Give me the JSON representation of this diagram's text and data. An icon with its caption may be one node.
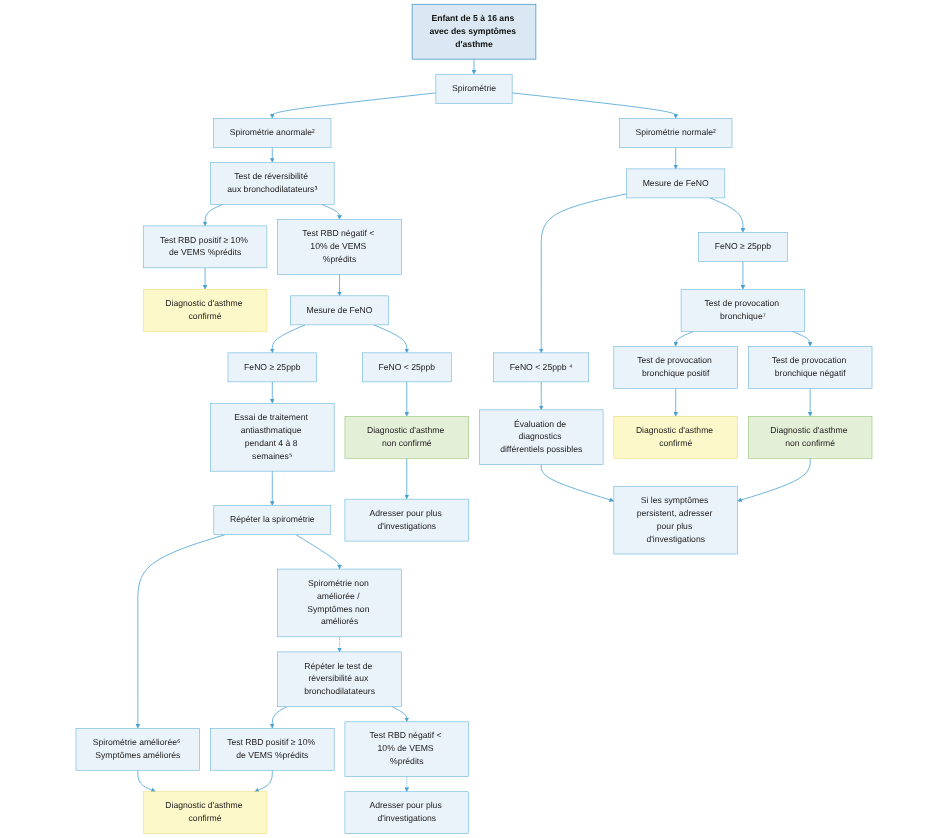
{
  "diagram": {
    "nodes": [
      {
        "text": [
          "Enfant de 5 à 16 ans avec des symptômes d'asthme"
        ]
      },
      {
        "text": [
          "Spirométrie"
        ]
      },
      {
        "text": [
          "Spirométrie anormale²"
        ]
      },
      {
        "text": [
          "Spirométrie normale²"
        ]
      },
      {
        "text": [
          "Test de réversibilité aux bronchodilatateurs³"
        ]
      },
      {
        "text": [
          "Test RBD positif ≥ 10% de VEMS %prédits"
        ]
      },
      {
        "text": [
          "Test RBD négatif < 10% de VEMS %prédits"
        ]
      },
      {
        "text": [
          "Diagnostic d'asthme confirmé"
        ]
      },
      {
        "text": [
          "Mesure de FeNO"
        ]
      },
      {
        "text": [
          "FeNO ≥ 25ppb"
        ]
      },
      {
        "text": [
          "FeNO < 25ppb"
        ]
      },
      {
        "text": [
          "Essai de traitement antiasthmatique pendant 4 à 8 semaines⁵"
        ]
      },
      {
        "text": [
          "Diagnostic d'asthme non confirmé"
        ]
      },
      {
        "text": [
          "Répéter la spirométrie"
        ]
      },
      {
        "text": [
          "Adresser pour plus d'investigations"
        ]
      },
      {
        "text": [
          "Spirométrie améliorée⁶ Symptômes améliorés"
        ]
      },
      {
        "text": [
          "Spirométrie non améliorée / Symptômes non améliorés"
        ]
      },
      {
        "text": [
          "Répéter le test de réversibilité aux bronchodilatateurs"
        ]
      },
      {
        "text": [
          "Diagnostic d'asthme confirmé"
        ]
      },
      {
        "text": [
          "Test RBD positif ≥ 10% de VEMS %prédits"
        ]
      },
      {
        "text": [
          "Test RBD négatif < 10% de VEMS %prédits"
        ]
      },
      {
        "text": [
          "Adresser pour plus d'investigations"
        ]
      },
      {
        "text": [
          "Mesure de FeNO"
        ]
      },
      {
        "text": [
          "FeNO ≥ 25ppb"
        ]
      },
      {
        "text": [
          "FeNO < 25ppb ⁴"
        ]
      },
      {
        "text": [
          "Test de provocation bronchique⁷"
        ]
      },
      {
        "text": [
          "Évaluation de diagnostics différentiels possibles"
        ]
      },
      {
        "text": [
          "Test de provocation bronchique positif"
        ]
      },
      {
        "text": [
          "Test de provocation bronchique négatif"
        ]
      },
      {
        "text": [
          "Si les symptômes persistent, adresser pour plus d'investigations"
        ]
      },
      {
        "text": [
          "Diagnostic d'asthme confirmé"
        ]
      },
      {
        "text": [
          "Diagnostic d'asthme non confirmé"
        ]
      }
    ],
    "edges": [
      {
        "from": 0,
        "to": 1,
        "arrow": "to"
      },
      {
        "from": 1,
        "to": 2,
        "arrow": "to"
      },
      {
        "from": 1,
        "to": 3,
        "arrow": "to"
      },
      {
        "from": 2,
        "to": 4,
        "arrow": "to"
      },
      {
        "from": 4,
        "to": 5,
        "arrow": "to"
      },
      {
        "from": 4,
        "to": 6,
        "arrow": "to"
      },
      {
        "from": 5,
        "to": 7,
        "arrow": "to"
      },
      {
        "from": 6,
        "to": 8,
        "arrow": "to"
      },
      {
        "from": 8,
        "to": 9,
        "arrow": "to"
      },
      {
        "from": 8,
        "to": 10,
        "arrow": "to"
      },
      {
        "from": 9,
        "to": 11,
        "arrow": "to"
      },
      {
        "from": 10,
        "to": 12,
        "arrow": "to"
      },
      {
        "from": 11,
        "to": 13,
        "arrow": "to"
      },
      {
        "from": 12,
        "to": 14,
        "arrow": "to"
      },
      {
        "from": 13,
        "to": 15,
        "arrow": "to"
      },
      {
        "from": 13,
        "to": 16,
        "arrow": "to"
      },
      {
        "from": 15,
        "to": 18,
        "arrow": "to"
      },
      {
        "from": 16,
        "to": 17,
        "arrow": "to",
        "style": "dashed"
      },
      {
        "from": 17,
        "to": 19,
        "arrow": "to"
      },
      {
        "from": 17,
        "to": 20,
        "arrow": "to"
      },
      {
        "from": 19,
        "to": 18,
        "arrow": "to"
      },
      {
        "from": 20,
        "to": 21,
        "arrow": "to",
        "style": "dashed"
      },
      {
        "from": 3,
        "to": 22,
        "arrow": "to"
      },
      {
        "from": 22,
        "to": 23,
        "arrow": "to"
      },
      {
        "from": 22,
        "to": 24,
        "arrow": "to"
      },
      {
        "from": 23,
        "to": 25,
        "arrow": "to"
      },
      {
        "from": 24,
        "to": 26,
        "arrow": "to"
      },
      {
        "from": 26,
        "to": 29,
        "arrow": "to"
      },
      {
        "from": 25,
        "to": 27,
        "arrow": "to"
      },
      {
        "from": 25,
        "to": 28,
        "arrow": "to"
      },
      {
        "from": 27,
        "to": 30,
        "arrow": "to"
      },
      {
        "from": 28,
        "to": 31,
        "arrow": "to"
      },
      {
        "from": 31,
        "to": 29,
        "arrow": "to"
      }
    ]
  }
}
